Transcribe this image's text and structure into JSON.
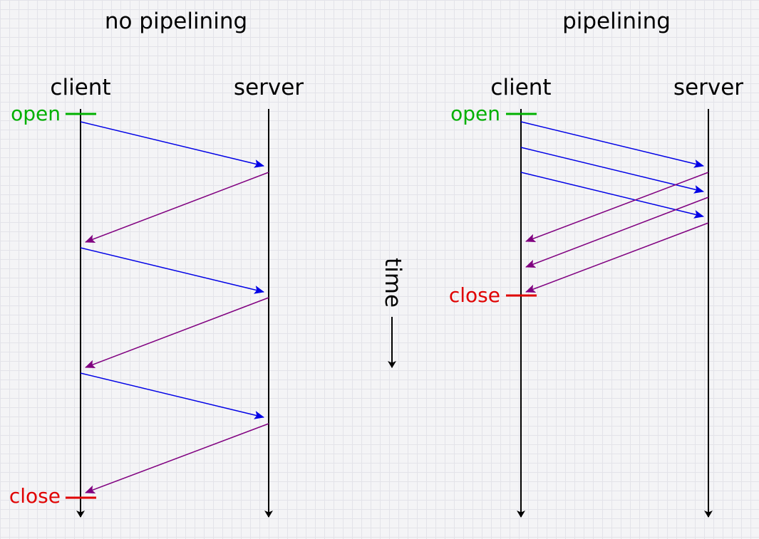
{
  "left": {
    "title": "no pipelining",
    "client_label": "client",
    "server_label": "server",
    "open_label": "open",
    "close_label": "close"
  },
  "right": {
    "title": "pipelining",
    "client_label": "client",
    "server_label": "server",
    "open_label": "open",
    "close_label": "close"
  },
  "time_label": "time",
  "colors": {
    "request": "#0000e6",
    "response": "#800080",
    "open": "#00b000",
    "close": "#e00000",
    "timeline": "#000000"
  }
}
